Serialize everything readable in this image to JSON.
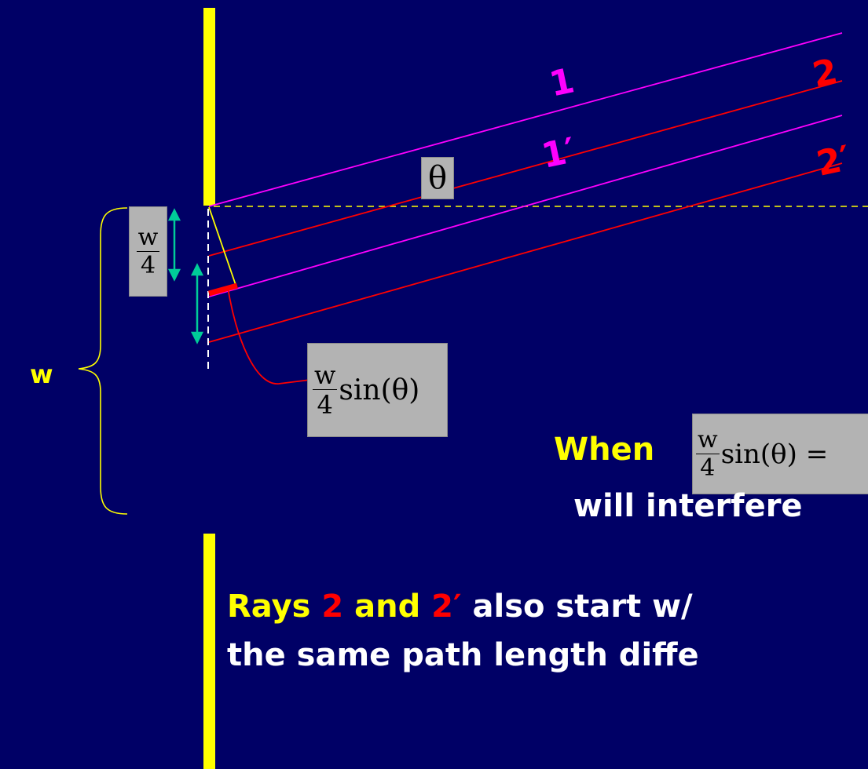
{
  "rays": {
    "ray_1": "1",
    "ray_1_prime": "1′",
    "ray_2": "2",
    "ray_2_prime": "2′"
  },
  "angle_symbol": "θ",
  "width_label": "w",
  "quarter_fraction": {
    "numerator": "w",
    "denominator": "4"
  },
  "path_difference": {
    "numerator": "w",
    "denominator": "4",
    "expression": "sin(θ)"
  },
  "condition": {
    "prefix": "When",
    "expression_tail": " =",
    "line2": "will interfere"
  },
  "note": {
    "line1_part1": "Rays ",
    "line1_part2": "2",
    "line1_part3": " and ",
    "line1_part4": "2′",
    "line1_part5": " also start w/",
    "line2": "the same path length diffe"
  },
  "colors": {
    "background": "#000066",
    "slit_wall": "#ffff00",
    "ray_magenta": "#ff00ff",
    "ray_red": "#ff0000",
    "arrow_teal": "#00cc99",
    "label_box": "#b3b3b3",
    "text_yellow": "#ffff00",
    "text_white": "#ffffff"
  }
}
